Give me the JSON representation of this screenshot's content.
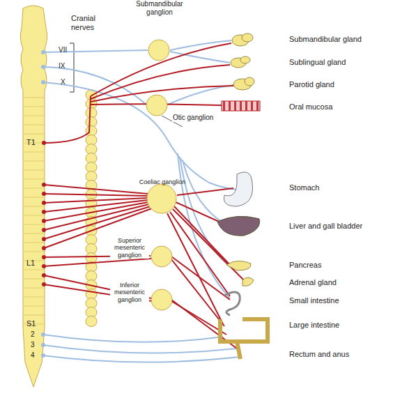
{
  "diagram": {
    "nodes": [
      {
        "text": [
          "Submandibular ganglion"
        ]
      },
      {
        "text": [
          "Otic ganglion"
        ]
      },
      {
        "text": [
          "Coeliac ganglion"
        ]
      },
      {
        "text": [
          "Superior mesenteric ganglion"
        ]
      },
      {
        "text": [
          "Inferior mesenteric ganglion"
        ]
      }
    ],
    "labels": [
      "Cranial nerves",
      "VII",
      "IX",
      "X",
      "T1",
      "L1",
      "S1",
      "2",
      "3",
      "4",
      "Submandibular gland",
      "Sublingual gland",
      "Parotid gland",
      "Oral mucosa",
      "Stomach",
      "Liver and gall bladder",
      "Pancreas",
      "Adrenal gland",
      "Small intestine",
      "Large intestine",
      "Rectum and anus"
    ]
  }
}
